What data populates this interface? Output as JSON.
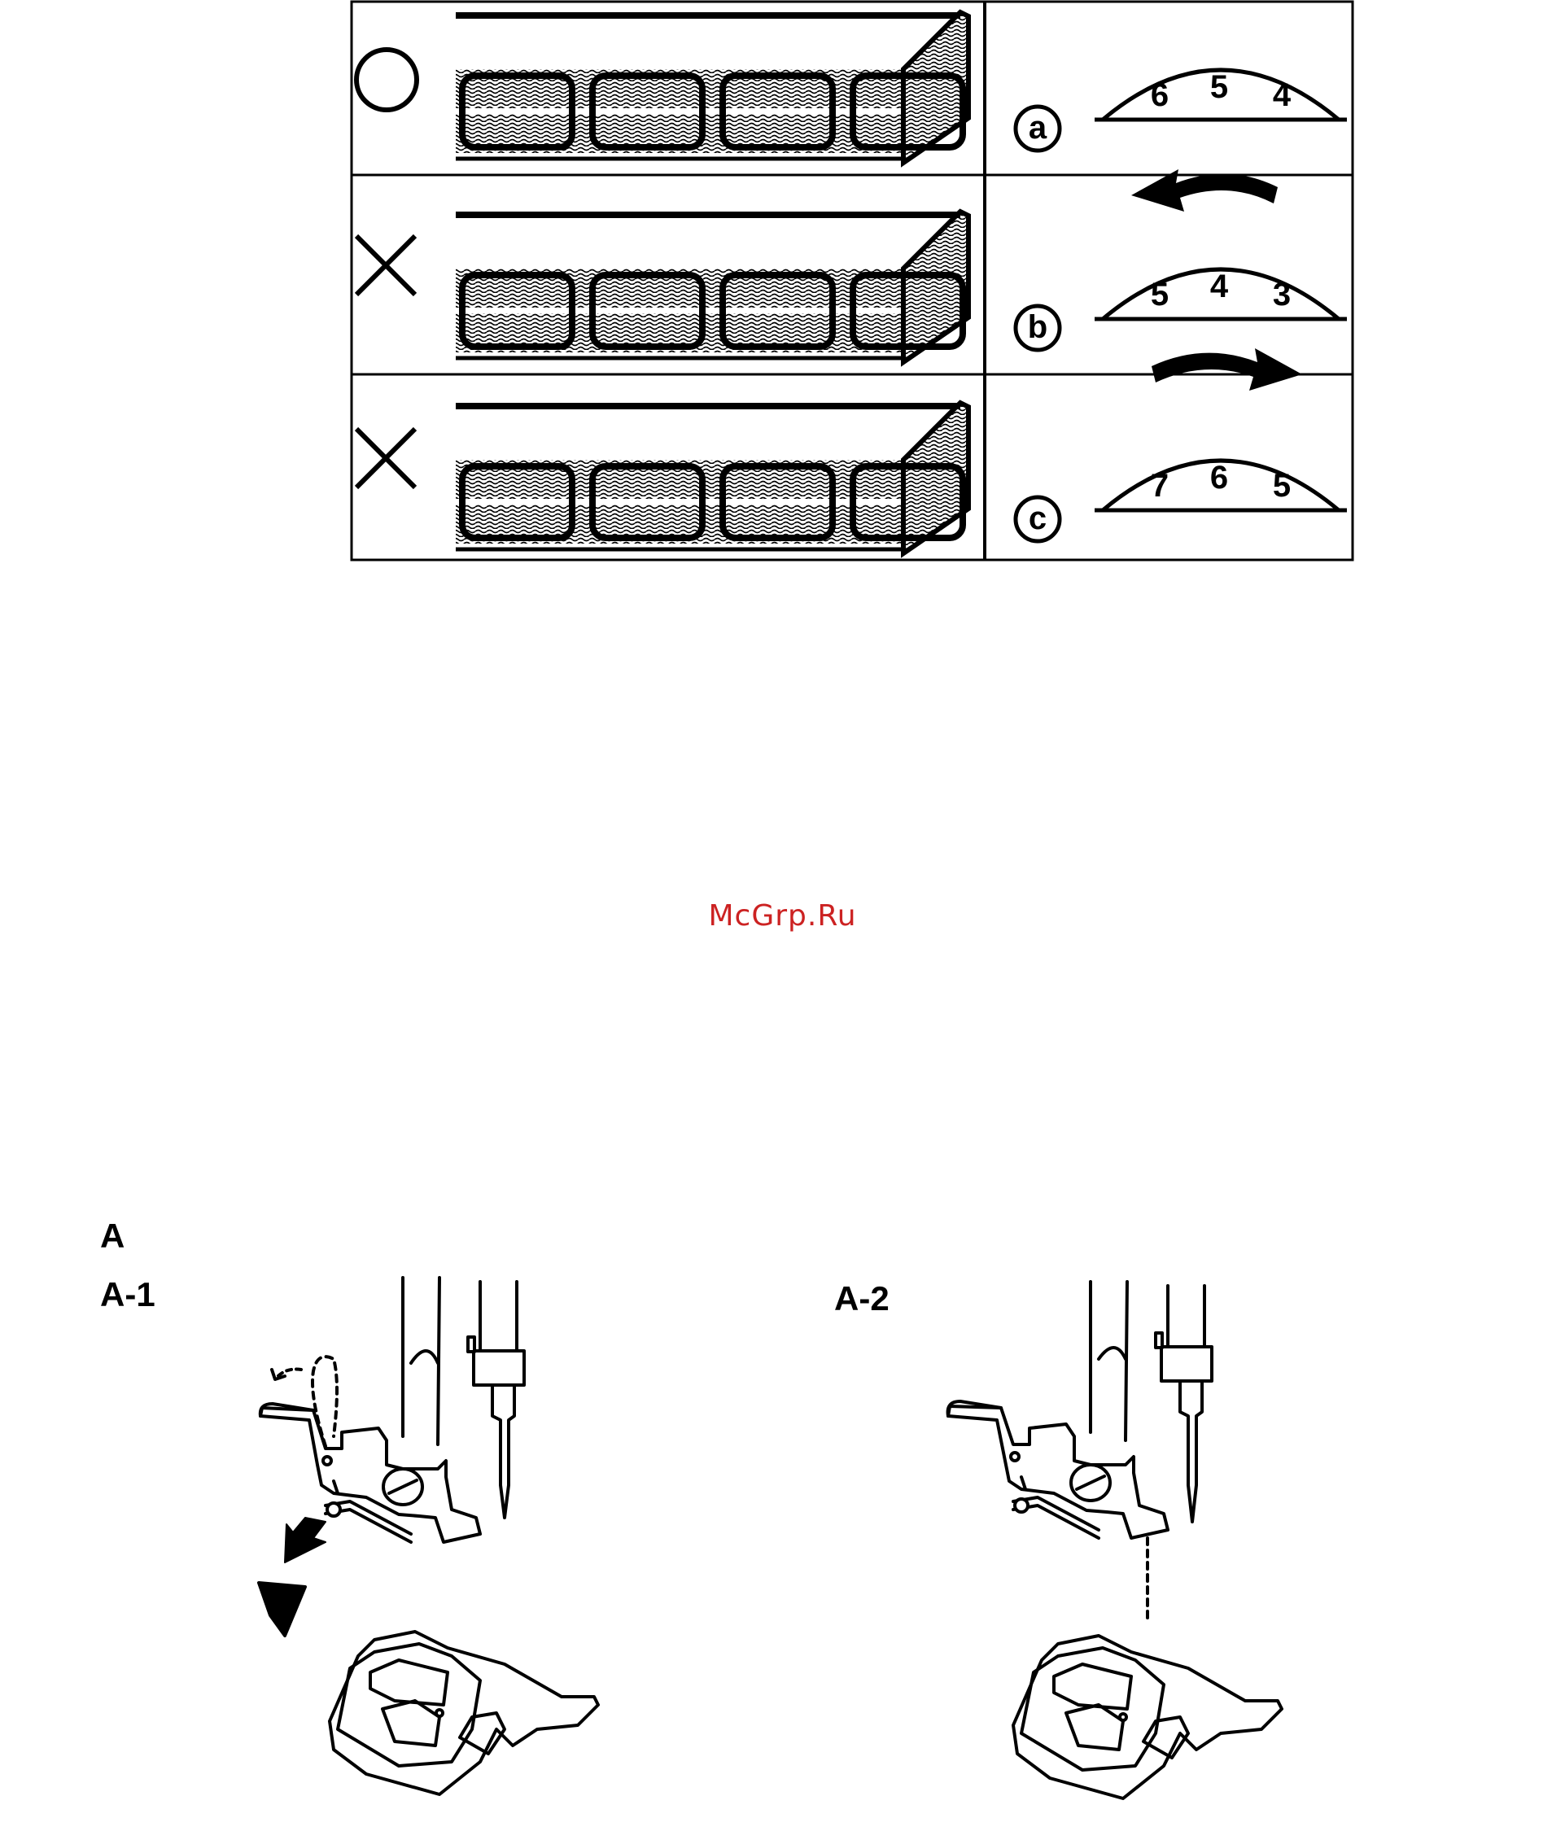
{
  "tension_figure": {
    "rows": [
      {
        "mark": "○",
        "mark_icon": "circle-correct-icon",
        "letter": "a",
        "dial_numbers": [
          "6",
          "5",
          "4"
        ],
        "arrow": "none"
      },
      {
        "mark": "×",
        "mark_icon": "cross-incorrect-icon",
        "letter": "b",
        "dial_numbers": [
          "5",
          "4",
          "3"
        ],
        "arrow": "left"
      },
      {
        "mark": "×",
        "mark_icon": "cross-incorrect-icon",
        "letter": "c",
        "dial_numbers": [
          "7",
          "6",
          "5"
        ],
        "arrow": "right"
      }
    ]
  },
  "watermark": {
    "text": "McGrp.Ru",
    "color": "#cc2222"
  },
  "section": {
    "label": "A",
    "sub_left": "A-1",
    "sub_right": "A-2"
  }
}
